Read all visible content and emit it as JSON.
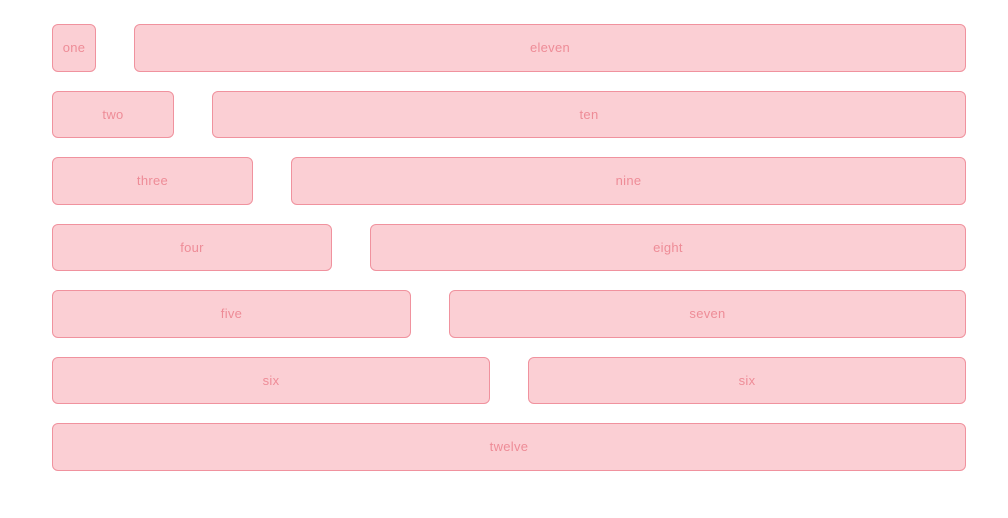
{
  "colors": {
    "page_bg": "#ffffff",
    "box_fill": "#fbcfd4",
    "box_border": "#f0929e",
    "box_text": "#ee8c97"
  },
  "grid": {
    "columns_total": 12,
    "rows": [
      {
        "boxes": [
          {
            "label": "one",
            "span": 1
          },
          {
            "label": "eleven",
            "span": 11
          }
        ]
      },
      {
        "boxes": [
          {
            "label": "two",
            "span": 2
          },
          {
            "label": "ten",
            "span": 10
          }
        ]
      },
      {
        "boxes": [
          {
            "label": "three",
            "span": 3
          },
          {
            "label": "nine",
            "span": 9
          }
        ]
      },
      {
        "boxes": [
          {
            "label": "four",
            "span": 4
          },
          {
            "label": "eight",
            "span": 8
          }
        ]
      },
      {
        "boxes": [
          {
            "label": "five",
            "span": 5
          },
          {
            "label": "seven",
            "span": 7
          }
        ]
      },
      {
        "boxes": [
          {
            "label": "six",
            "span": 6
          },
          {
            "label": "six",
            "span": 6
          }
        ]
      },
      {
        "boxes": [
          {
            "label": "twelve",
            "span": 12
          }
        ]
      }
    ]
  }
}
